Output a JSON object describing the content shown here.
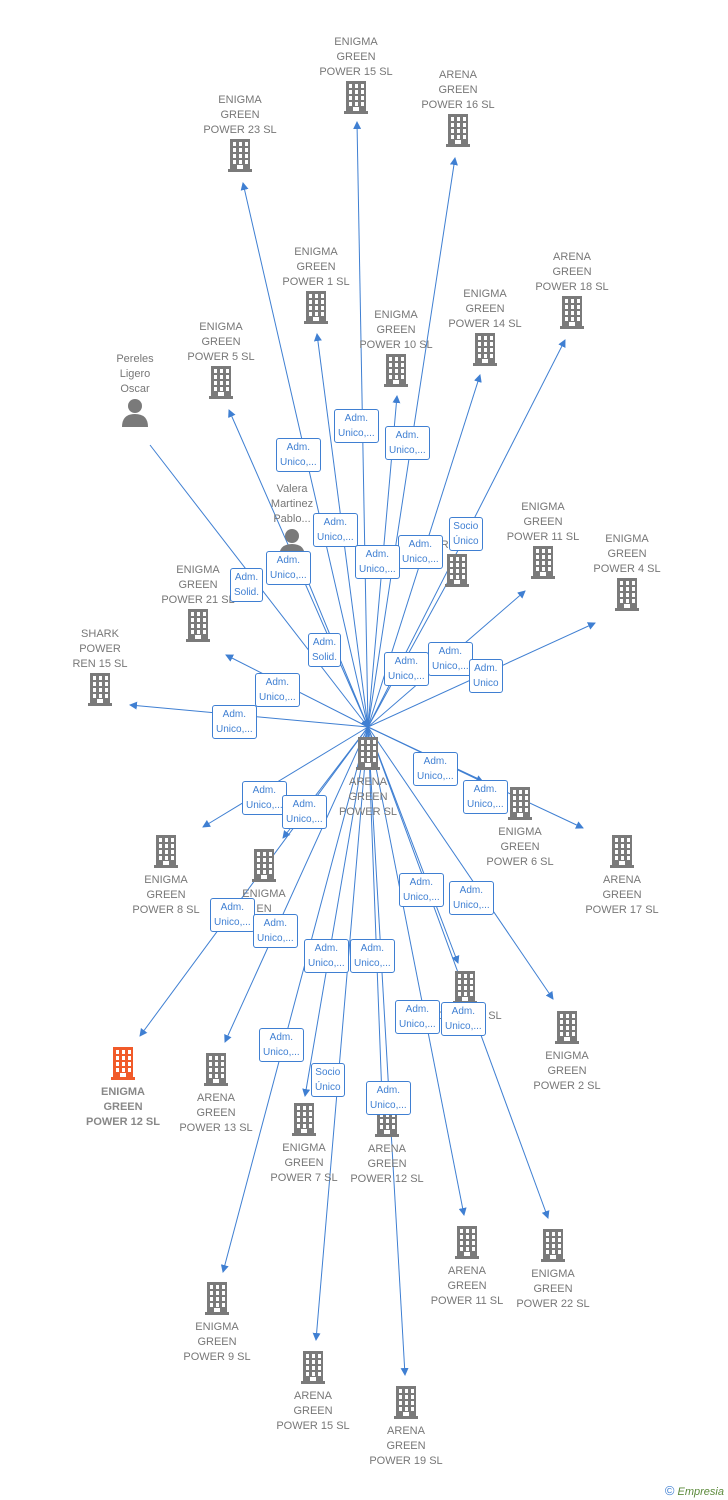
{
  "colors": {
    "edge": "#3f7fd2",
    "node": "#7a7a7a",
    "highlight": "#f15a29"
  },
  "center": {
    "label": "ARENA\nGREEN\nPOWER  SL"
  },
  "nodes": [
    {
      "id": "eg15",
      "label": "ENIGMA\nGREEN\nPOWER 15  SL",
      "icon": "building-icon"
    },
    {
      "id": "ag16",
      "label": "ARENA\nGREEN\nPOWER 16  SL",
      "icon": "building-icon"
    },
    {
      "id": "eg23",
      "label": "ENIGMA\nGREEN\nPOWER 23  SL",
      "icon": "building-icon"
    },
    {
      "id": "eg1",
      "label": "ENIGMA\nGREEN\nPOWER 1  SL",
      "icon": "building-icon"
    },
    {
      "id": "ag18",
      "label": "ARENA\nGREEN\nPOWER 18  SL",
      "icon": "building-icon"
    },
    {
      "id": "eg14",
      "label": "ENIGMA\nGREEN\nPOWER 14  SL",
      "icon": "building-icon"
    },
    {
      "id": "eg10",
      "label": "ENIGMA\nGREEN\nPOWER 10  SL",
      "icon": "building-icon"
    },
    {
      "id": "eg5",
      "label": "ENIGMA\nGREEN\nPOWER 5  SL",
      "icon": "building-icon"
    },
    {
      "id": "pereles",
      "label": "Pereles\nLigero\nOscar",
      "icon": "person-icon"
    },
    {
      "id": "valera",
      "label": "Valera\nMartinez\nPablo...",
      "icon": "person-icon"
    },
    {
      "id": "ar14",
      "label": "AR\nR 14...",
      "icon": "building-icon"
    },
    {
      "id": "eg11",
      "label": "ENIGMA\nGREEN\nPOWER 11  SL",
      "icon": "building-icon"
    },
    {
      "id": "eg4",
      "label": "ENIGMA\nGREEN\nPOWER 4  SL",
      "icon": "building-icon"
    },
    {
      "id": "eg21",
      "label": "ENIGMA\nGREEN\nPOWER 21  SL",
      "icon": "building-icon"
    },
    {
      "id": "shark",
      "label": "SHARK\nPOWER\nREN 15  SL",
      "icon": "building-icon"
    },
    {
      "id": "eg6",
      "label": "ENIGMA\nGREEN\nPOWER 6  SL",
      "icon": "building-icon"
    },
    {
      "id": "ag17",
      "label": "ARENA\nGREEN\nPOWER 17  SL",
      "icon": "building-icon"
    },
    {
      "id": "eg8",
      "label": "ENIGMA\nGREEN\nPOWER 8  SL",
      "icon": "building-icon"
    },
    {
      "id": "egx",
      "label": "ENIGMA\nEN",
      "icon": "building-icon"
    },
    {
      "id": "egp13",
      "label": "POWER 13  SL",
      "icon": "building-icon"
    },
    {
      "id": "eg2",
      "label": "ENIGMA\nGREEN\nPOWER 2  SL",
      "icon": "building-icon"
    },
    {
      "id": "eg12",
      "label": "ENIGMA\nGREEN\nPOWER 12  SL",
      "icon": "building-icon",
      "highlight": true
    },
    {
      "id": "ag13",
      "label": "ARENA\nGREEN\nPOWER 13  SL",
      "icon": "building-icon"
    },
    {
      "id": "eg7",
      "label": "ENIGMA\nGREEN\nPOWER 7  SL",
      "icon": "building-icon"
    },
    {
      "id": "ag12",
      "label": "ARENA\nGREEN\nPOWER 12  SL",
      "icon": "building-icon"
    },
    {
      "id": "ag11",
      "label": "ARENA\nGREEN\nPOWER 11  SL",
      "icon": "building-icon"
    },
    {
      "id": "eg22",
      "label": "ENIGMA\nGREEN\nPOWER 22  SL",
      "icon": "building-icon"
    },
    {
      "id": "eg9",
      "label": "ENIGMA\nGREEN\nPOWER 9  SL",
      "icon": "building-icon"
    },
    {
      "id": "ag15",
      "label": "ARENA\nGREEN\nPOWER 15  SL",
      "icon": "building-icon"
    },
    {
      "id": "ag19",
      "label": "ARENA\nGREEN\nPOWER 19  SL",
      "icon": "building-icon"
    }
  ],
  "edge_labels": [
    "Adm.\nUnico,...",
    "Adm.\nUnico,...",
    "Adm.\nUnico,...",
    "Adm.\nUnico,...",
    "Socio\nÚnico",
    "Adm.\nUnico,...",
    "Adm.\nUnico,...",
    "Adm.\nSolid.",
    "Adm.\nUnico,...",
    "Adm.\nSolid.",
    "Adm.\nUnico,...",
    "Adm.\nUnico,...",
    "Adm.\nUnico,...",
    "Adm.\nUnico",
    "Adm.\nUnico,...",
    "Adm.\nUnico,...",
    "Adm.\nUnico,...",
    "Adm.\nUnico,...",
    "Adm.\nUnico,...",
    "Adm.\nUnico,...",
    "Adm.\nUnico,...",
    "Adm.\nUnico,...",
    "Adm.\nUnico,...",
    "Adm.\nUnico,...",
    "Adm.\nUnico,...",
    "Adm.\nUnico,...",
    "Adm.\nUnico,...",
    "Adm.\nUnico,...",
    "Socio\nÚnico",
    "Adm.\nUnico,..."
  ],
  "footer": {
    "copyright": "©",
    "brand": "Empresia"
  }
}
